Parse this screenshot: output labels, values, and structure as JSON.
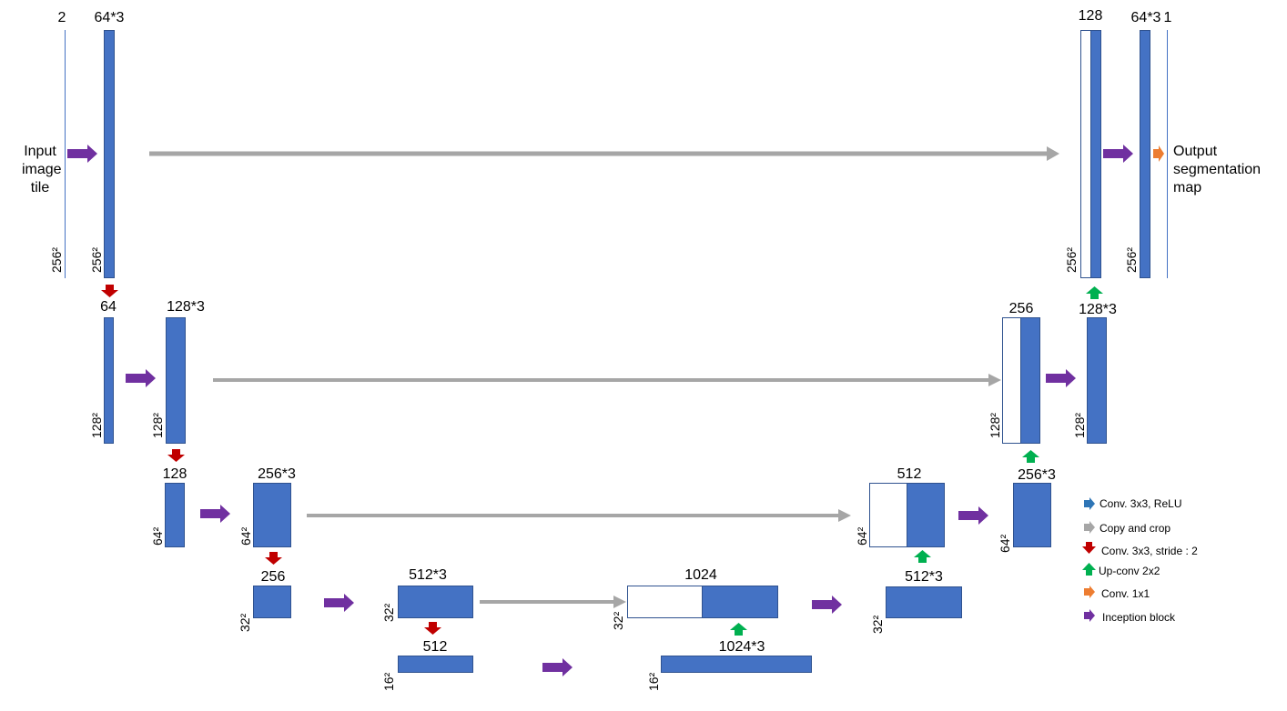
{
  "channels": {
    "in": "2",
    "l1a": "64*3",
    "l1up": "128",
    "l1b": "64*3",
    "out": "1",
    "l2a": "64",
    "l2b": "128*3",
    "l2up": "256",
    "l2c": "128*3",
    "l3a": "128",
    "l3b": "256*3",
    "l3up": "512",
    "l3c": "256*3",
    "l4a": "256",
    "l4b": "512*3",
    "l4up": "1024",
    "l4c": "512*3",
    "l5a": "512",
    "l5b": "1024*3"
  },
  "sizes": {
    "s256": "256²",
    "s128": "128²",
    "s64": "64²",
    "s32": "32²",
    "s16": "16²"
  },
  "input_label": [
    "Input",
    "image",
    "tile"
  ],
  "output_label": [
    "Output",
    "segmentation",
    "map"
  ],
  "legend": [
    {
      "icon": "blue-arrow-icon",
      "color": "#2e75b6",
      "label": "Conv. 3x3, ReLU"
    },
    {
      "icon": "gray-arrow-icon",
      "color": "#a6a6a6",
      "label": "Copy and crop"
    },
    {
      "icon": "red-arrow-icon",
      "color": "#c00000",
      "label": "Conv. 3x3, stride : 2"
    },
    {
      "icon": "green-arrow-icon",
      "color": "#00b050",
      "label": "Up-conv 2x2"
    },
    {
      "icon": "orange-arrow-icon",
      "color": "#ed7d31",
      "label": "Conv. 1x1"
    },
    {
      "icon": "purple-arrow-icon",
      "color": "#7030a0",
      "label": "Inception block"
    }
  ],
  "colors": {
    "feature_map": "#4472c4",
    "inception": "#7030a0",
    "copy": "#a6a6a6",
    "down": "#c00000",
    "up": "#00b050",
    "conv1x1": "#ed7d31",
    "conv": "#2e75b6"
  }
}
